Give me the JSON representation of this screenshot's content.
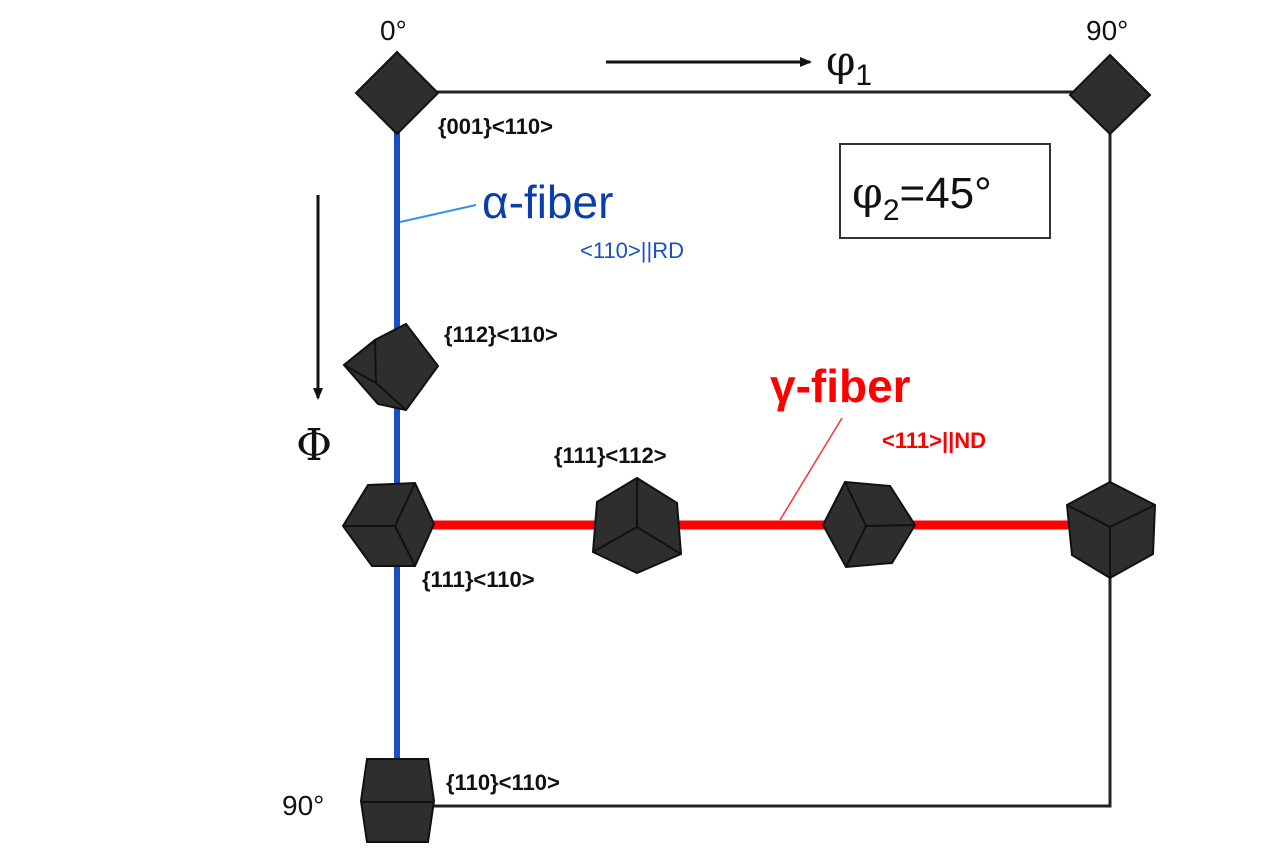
{
  "diagram": {
    "phi1_axis": {
      "symbol": "φ",
      "subscript": "1",
      "start": "0°",
      "end": "90°"
    },
    "Phi_axis": {
      "symbol": "Φ",
      "end": "90°"
    },
    "section_box": {
      "symbol": "φ",
      "subscript": "2",
      "value": "=45°"
    },
    "fibers": {
      "alpha": {
        "name": "α-fiber",
        "condition": "<110>||RD",
        "color": "#1a4fc4"
      },
      "gamma": {
        "name": "γ-fiber",
        "condition": "<111>||ND",
        "color": "#ff0000"
      }
    },
    "orientations": [
      {
        "label": "{001}<110>"
      },
      {
        "label": "{112}<110>"
      },
      {
        "label": "{111}<110>"
      },
      {
        "label": "{111}<112>"
      },
      {
        "label": "{110}<110>"
      }
    ],
    "colors": {
      "frame": "#222222",
      "cube": "#2e2e2e",
      "alpha_text": "#0a3fa8"
    }
  }
}
